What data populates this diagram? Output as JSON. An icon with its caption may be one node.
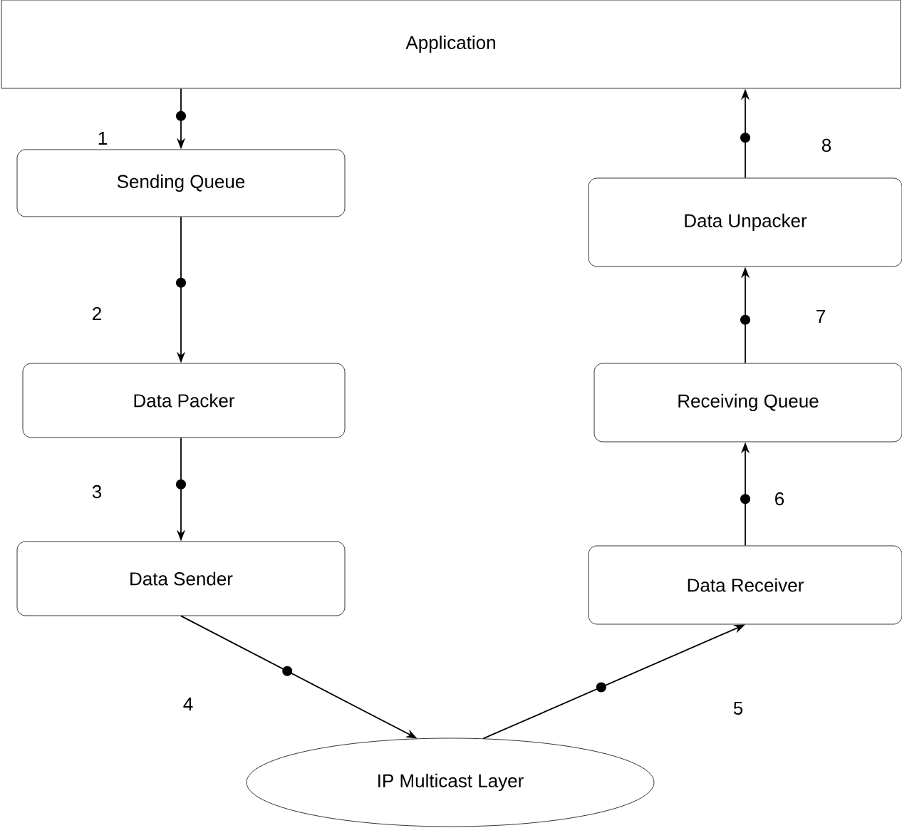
{
  "diagram": {
    "nodes": [
      {
        "text": [
          "Application"
        ]
      },
      {
        "text": [
          "Sending Queue"
        ]
      },
      {
        "text": [
          "Data Packer"
        ]
      },
      {
        "text": [
          "Data Sender"
        ]
      },
      {
        "text": [
          "IP Multicast Layer"
        ]
      },
      {
        "text": [
          "Data Receiver"
        ]
      },
      {
        "text": [
          "Receiving Queue"
        ]
      },
      {
        "text": [
          "Data Unpacker"
        ]
      }
    ],
    "edges": [
      {
        "from": 0,
        "to": 1,
        "arrow": "to",
        "label": "1"
      },
      {
        "from": 1,
        "to": 2,
        "arrow": "to",
        "label": "2"
      },
      {
        "from": 2,
        "to": 3,
        "arrow": "to",
        "label": "3"
      },
      {
        "from": 3,
        "to": 4,
        "arrow": "to",
        "label": "4"
      },
      {
        "from": 4,
        "to": 5,
        "arrow": "to",
        "label": "5"
      },
      {
        "from": 5,
        "to": 6,
        "arrow": "to",
        "label": "6"
      },
      {
        "from": 6,
        "to": 7,
        "arrow": "to",
        "label": "7"
      },
      {
        "from": 7,
        "to": 0,
        "arrow": "to",
        "label": "8"
      }
    ]
  }
}
